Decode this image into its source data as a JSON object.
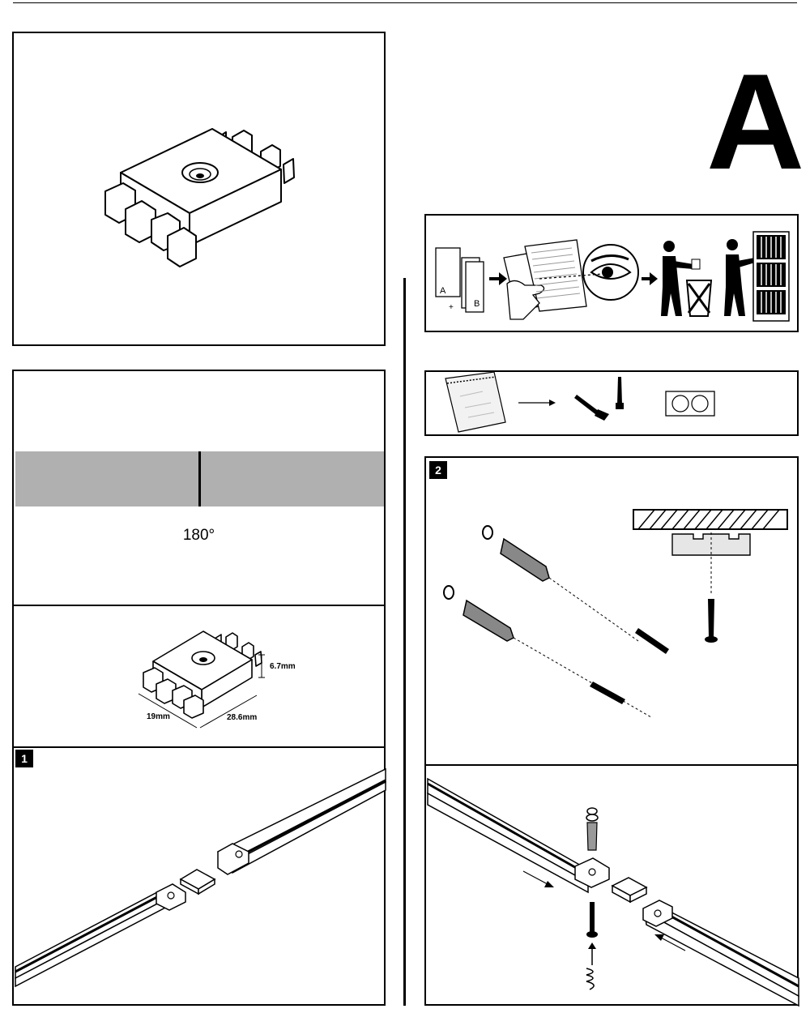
{
  "page": {
    "section_letter": "A"
  },
  "instructions_panel": {
    "sheet_a_label": "A",
    "sheet_b_label": "B",
    "plus_sign": "+",
    "icons": [
      "document-sheets-icon",
      "right-arrow-icon",
      "reading-hand-icon",
      "eye-icon",
      "right-arrow-icon",
      "person-no-trash-icon",
      "person-filing-cabinet-icon"
    ]
  },
  "parts_panel": {
    "icons": [
      "zip-bag-icon",
      "right-arrow-icon",
      "screw-icon",
      "screw-icon",
      "double-pad-icon"
    ]
  },
  "rotation_panel": {
    "angle_label": "180°"
  },
  "dimensions_panel": {
    "height_label": "6.7mm",
    "width_label": "19mm",
    "length_label": "28.6mm"
  },
  "steps": {
    "step1_label": "1",
    "step2_label": "2"
  },
  "colors": {
    "ink": "#000000",
    "gray_band": "#b0b0b0",
    "paper": "#ffffff"
  }
}
